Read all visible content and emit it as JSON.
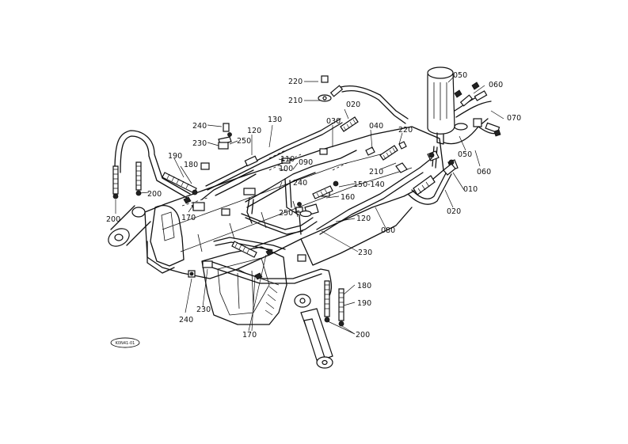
{
  "drawing": {
    "stamp": "K0N41-01",
    "callouts": {
      "c220": "220",
      "c210_top": "210",
      "c020_top": "020",
      "c030": "030",
      "c040": "040",
      "c220_right": "220",
      "c050_top": "050",
      "c060_top": "060",
      "c070": "070",
      "c050_low": "050",
      "c060_low": "060",
      "c010": "010",
      "c020_right": "020",
      "c210_mid": "210",
      "c240_top": "240",
      "c230_top": "230",
      "c250_top": "250",
      "c120_top": "120",
      "c130": "130",
      "c190_left": "190",
      "c180_left": "180",
      "c200_left": "200",
      "c200_far": "200",
      "c170_left": "170",
      "c110": "110",
      "c100": "100",
      "c090": "090",
      "c240_mid": "240",
      "c150_140": "150-140",
      "c160": "160",
      "c250_mid": "250",
      "c120_mid": "120",
      "c080": "080",
      "c230_mid": "230",
      "c180_right": "180",
      "c190_right": "190",
      "c200_right": "200",
      "c240_bot": "240",
      "c230_bot": "230",
      "c170_bot": "170"
    }
  }
}
